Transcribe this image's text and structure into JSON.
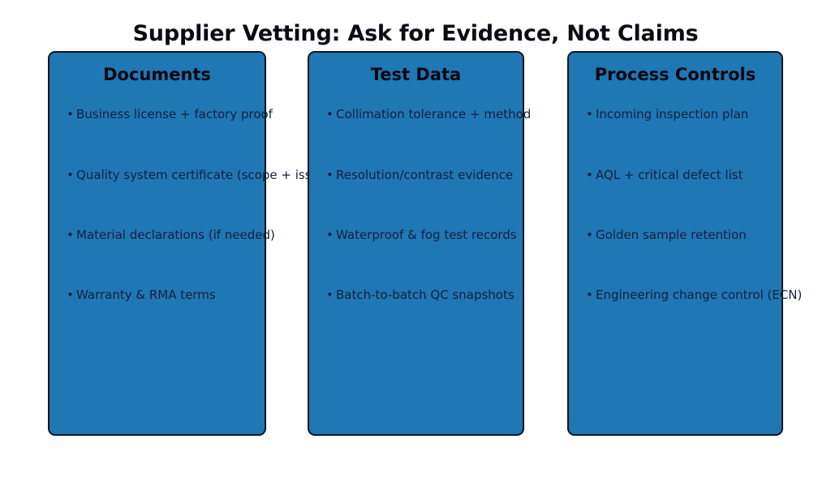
{
  "page": {
    "title": "Supplier Vetting: Ask for Evidence, Not Claims",
    "background_color": "#ffffff",
    "box_fill_color": "#1f77b4",
    "box_border_color": "#14141c",
    "header_text_color": "#07070f",
    "bullet_text_color": "#14213d"
  },
  "columns": [
    {
      "header": "Documents",
      "bullet_marker": "•",
      "items": [
        "Business license + factory proof",
        "Quality system certificate (scope + issuer)",
        "Material declarations (if needed)",
        "Warranty & RMA terms"
      ]
    },
    {
      "header": "Test Data",
      "bullet_marker": "•",
      "items": [
        "Collimation tolerance + method",
        "Resolution/contrast evidence",
        "Waterproof & fog test records",
        "Batch-to-batch QC snapshots"
      ]
    },
    {
      "header": "Process Controls",
      "bullet_marker": "•",
      "items": [
        "Incoming inspection plan",
        "AQL + critical defect list",
        "Golden sample retention",
        "Engineering change control (ECN)"
      ]
    }
  ]
}
